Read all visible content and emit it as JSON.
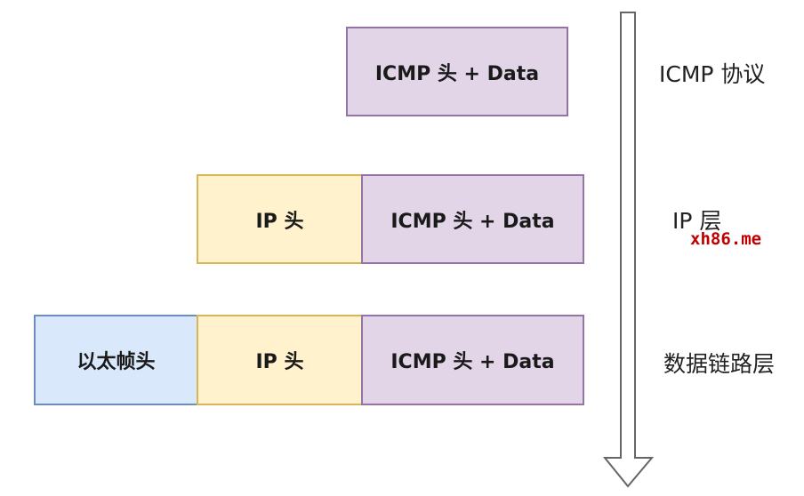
{
  "layers": [
    {
      "label": "ICMP 协议",
      "segments": [
        "ICMP 头 + Data"
      ]
    },
    {
      "label": "IP 层",
      "segments": [
        "IP 头",
        "ICMP 头 + Data"
      ]
    },
    {
      "label": "数据链路层",
      "segments": [
        "以太帧头",
        "IP 头",
        "ICMP 头 + Data"
      ]
    }
  ],
  "watermark": "xh86.me",
  "colors": {
    "icmp_fill": "#e1d5e7",
    "icmp_border": "#9673a6",
    "ip_fill": "#fff2cc",
    "ip_border": "#d6b656",
    "eth_fill": "#dae8fc",
    "eth_border": "#6c8ebf",
    "arrow": "#666666"
  },
  "arrow_icon": "down-arrow-icon"
}
